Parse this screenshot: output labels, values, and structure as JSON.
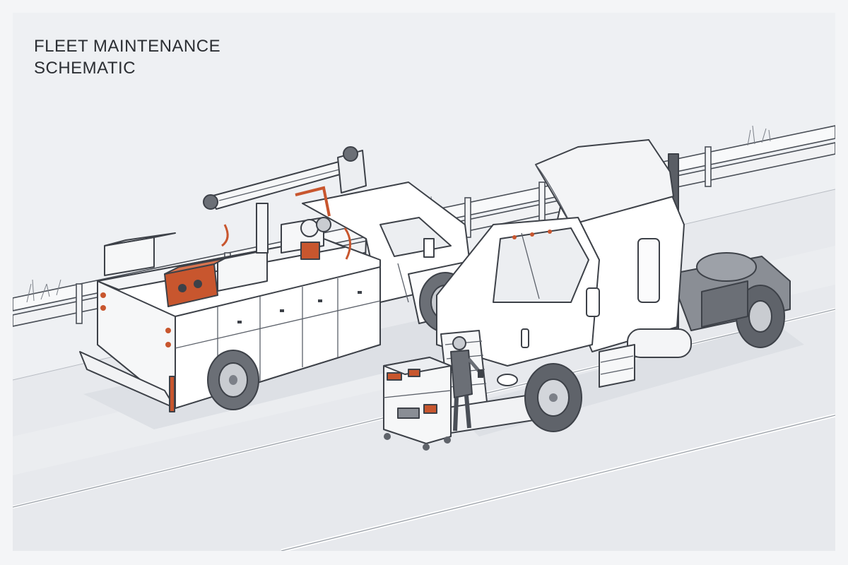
{
  "header": {
    "title_line1": "FLEET MAINTENANCE",
    "title_line2": "SCHEMATIC"
  },
  "colors": {
    "background": "#eef0f3",
    "line": "#3d4148",
    "vehicle_body": "#ffffff",
    "accent_orange": "#c8562e",
    "tire": "#6b6f76",
    "road": "#e6e8ec"
  },
  "scene": {
    "service_truck": "utility-service-truck-with-crane",
    "tractor": "semi-truck-tractor-cab",
    "technician": "mechanic-with-diagnostic-tool",
    "tool_cart": "rolling-tool-cart"
  }
}
